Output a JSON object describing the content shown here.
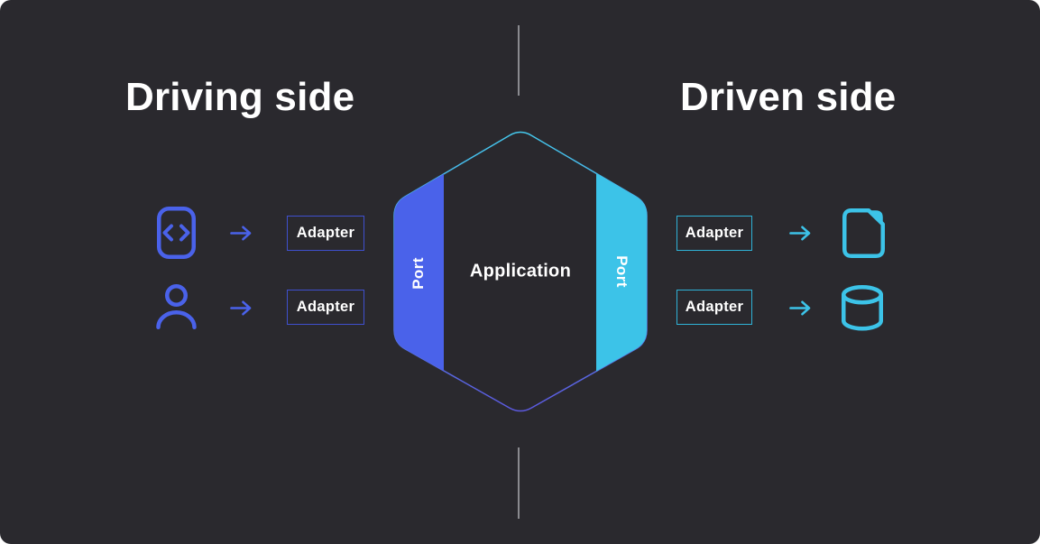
{
  "headings": {
    "driving": "Driving side",
    "driven": "Driven side"
  },
  "hexagon": {
    "application_label": "Application",
    "left_port": {
      "label": "Port",
      "color": "#4a62ea"
    },
    "right_port": {
      "label": "Port",
      "color": "#3cc3e8"
    },
    "outline_gradient": {
      "top": "#44c8ec",
      "bottom": "#5c59e0"
    }
  },
  "driving_side": {
    "accent_color": "#4a62ea",
    "adapter_border_color": "#3f50cf",
    "arrow_icon": "arrow-right-icon",
    "rows": [
      {
        "icon": "code-window-icon",
        "adapter_label": "Adapter"
      },
      {
        "icon": "user-icon",
        "adapter_label": "Adapter"
      }
    ]
  },
  "driven_side": {
    "accent_color": "#3cc3e8",
    "adapter_border_color": "#2fb3d8",
    "arrow_icon": "arrow-right-icon",
    "rows": [
      {
        "adapter_label": "Adapter",
        "icon": "document-icon"
      },
      {
        "adapter_label": "Adapter",
        "icon": "database-icon"
      }
    ]
  },
  "colors": {
    "background": "#2a292e",
    "text": "#ffffff",
    "divider": "#8a8a8f"
  }
}
